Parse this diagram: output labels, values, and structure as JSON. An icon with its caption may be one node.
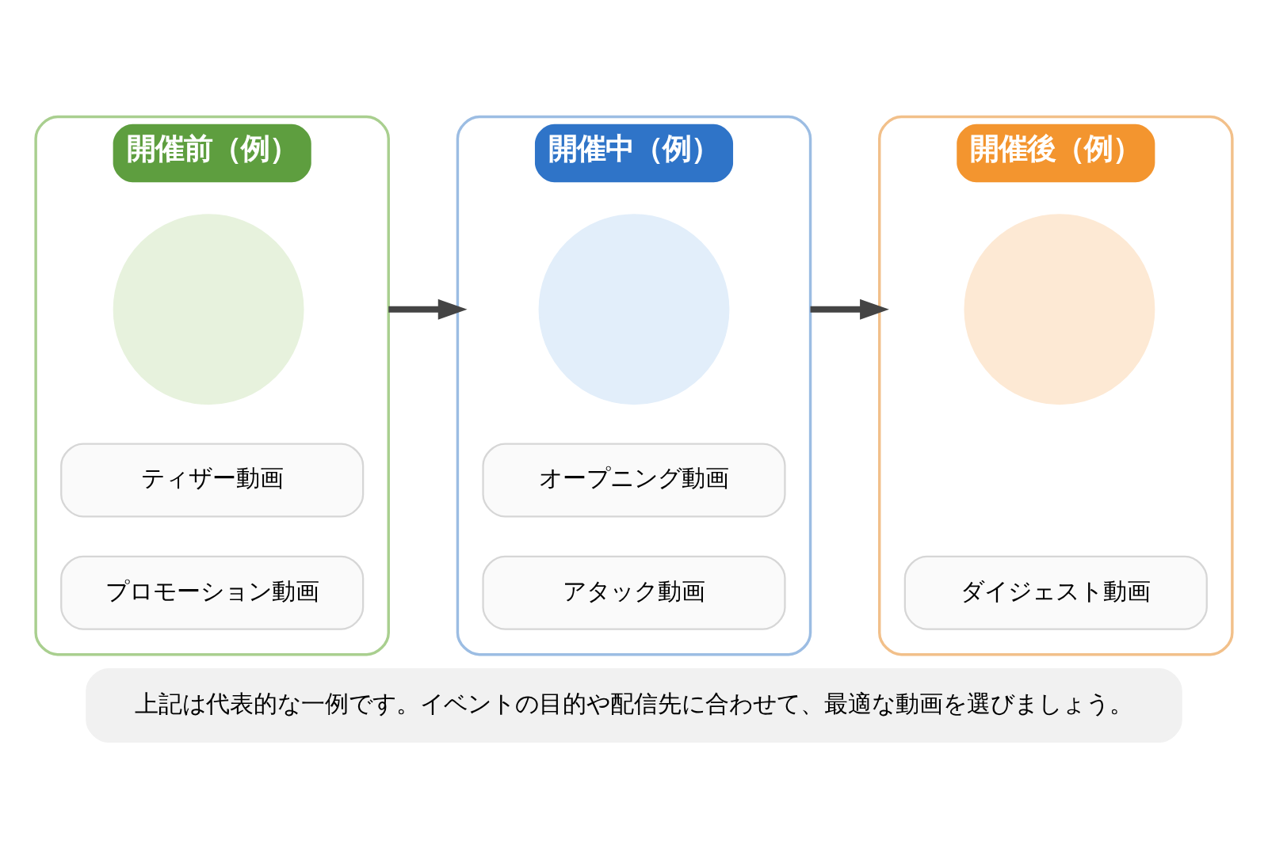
{
  "diagram": {
    "nodes": [
      {
        "text": [
          "開催前（例）"
        ]
      },
      {
        "text": [],
        "shape": "circle",
        "in": 0
      },
      {
        "text": [
          "ティザー動画"
        ],
        "in": 0
      },
      {
        "text": [
          "プロモーション動画"
        ],
        "in": 0
      },
      {
        "text": [
          "開催中（例）"
        ]
      },
      {
        "text": [],
        "shape": "circle",
        "in": 4
      },
      {
        "text": [
          "オープニング動画"
        ],
        "in": 4
      },
      {
        "text": [
          "アタック動画"
        ],
        "in": 4
      },
      {
        "text": [
          "開催後（例）"
        ]
      },
      {
        "text": [],
        "shape": "circle",
        "in": 8
      },
      {
        "text": [
          "ダイジェスト動画"
        ],
        "in": 8
      },
      {
        "text": [
          "上記は代表的な一例です。イベントの目的や配信先に合わせて、最適な動画を選びましょう。"
        ]
      }
    ],
    "edges": [
      {
        "from": 0,
        "to": 4,
        "arrow": "to"
      },
      {
        "from": 4,
        "to": 8,
        "arrow": "to"
      }
    ]
  }
}
